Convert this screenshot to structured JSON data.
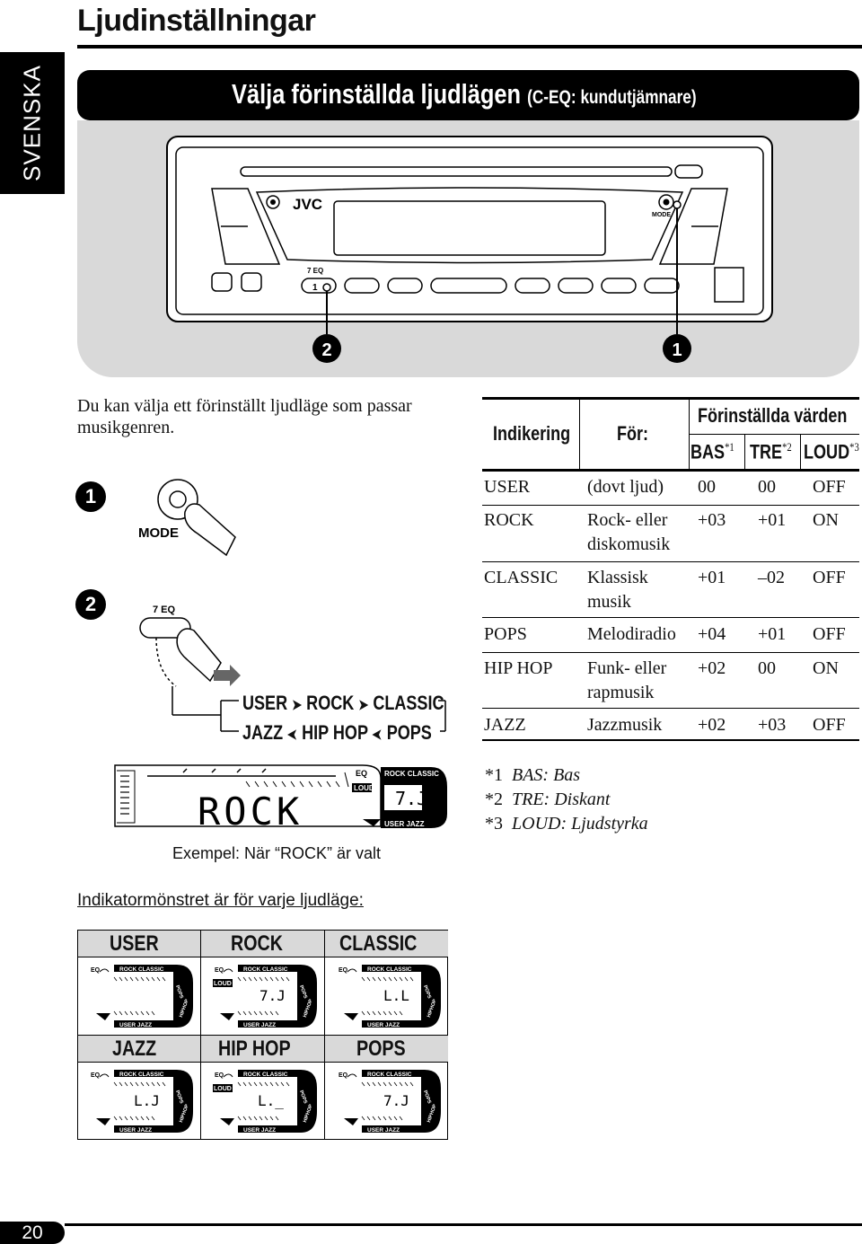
{
  "page": {
    "title": "Ljudinställningar",
    "language_tab": "SVENSKA",
    "page_number": "20"
  },
  "section": {
    "title": "Välja förinställda ljudlägen",
    "subtitle": "(C-EQ: kundutjämnare)"
  },
  "device": {
    "brand": "JVC",
    "mode_label": "MODE",
    "eq_label": "7  EQ",
    "eq_key": "1",
    "callout_1": "❶",
    "callout_2": "❷"
  },
  "intro": "Du kan välja ett förinställt ljudläge som passar musikgenren.",
  "steps": {
    "step1": "❶",
    "step2": "❷",
    "mode_label": "MODE",
    "eq_label": "7  EQ",
    "cycle_row1": [
      "USER",
      "ROCK",
      "CLASSIC"
    ],
    "cycle_row2": [
      "JAZZ",
      "HIP HOP",
      "POPS"
    ]
  },
  "display_example": {
    "text": "ROCK",
    "eq": "EQ",
    "loud": "LOUD",
    "caption": "Exempel: När “ROCK” är valt"
  },
  "table": {
    "col_indikering": "Indikering",
    "col_for": "För:",
    "col_preset": "Förinställda värden",
    "col_bas": "BAS",
    "col_bas_sup": "*1",
    "col_tre": "TRE",
    "col_tre_sup": "*2",
    "col_loud": "LOUD",
    "col_loud_sup": "*3",
    "rows": [
      {
        "ind": "USER",
        "for1": "(dovt ljud)",
        "for2": "",
        "bas": "00",
        "tre": "00",
        "loud": "OFF"
      },
      {
        "ind": "ROCK",
        "for1": "Rock- eller",
        "for2": "diskomusik",
        "bas": "+03",
        "tre": "+01",
        "loud": "ON"
      },
      {
        "ind": "CLASSIC",
        "for1": "Klassisk",
        "for2": "musik",
        "bas": "+01",
        "tre": "–02",
        "loud": "OFF"
      },
      {
        "ind": "POPS",
        "for1": "Melodiradio",
        "for2": "",
        "bas": "+04",
        "tre": "+01",
        "loud": "OFF"
      },
      {
        "ind": "HIP HOP",
        "for1": "Funk- eller",
        "for2": "rapmusik",
        "bas": "+02",
        "tre": "00",
        "loud": "ON"
      },
      {
        "ind": "JAZZ",
        "for1": "Jazzmusik",
        "for2": "",
        "bas": "+02",
        "tre": "+03",
        "loud": "OFF"
      }
    ]
  },
  "footnotes": [
    {
      "mark": "*1",
      "text": "BAS: Bas"
    },
    {
      "mark": "*2",
      "text": "TRE: Diskant"
    },
    {
      "mark": "*3",
      "text": "LOUD: Ljudstyrka"
    }
  ],
  "patterns": {
    "heading": "Indikatormönstret är för varje ljudläge:",
    "labels": [
      "USER",
      "ROCK",
      "CLASSIC",
      "JAZZ",
      "HIP HOP",
      "POPS"
    ],
    "mini_eq": "EQ",
    "mini_loud": "LOUD",
    "mini_rock": "ROCK",
    "mini_classic": "CLASSIC",
    "mini_pops": "POPS",
    "mini_user": "USER",
    "mini_jazz": "JAZZ",
    "mini_hiphop": "HIPHOP"
  }
}
